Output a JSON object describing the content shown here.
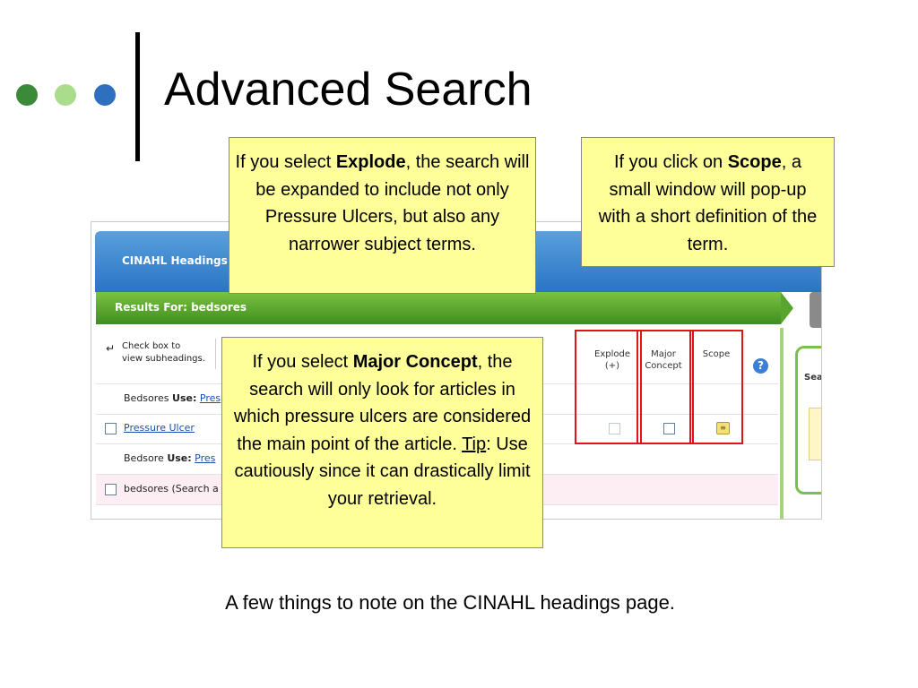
{
  "slide": {
    "title": "Advanced Search",
    "caption": "A few things to note on the CINAHL headings page."
  },
  "colors": {
    "dot1": "#3a8a3a",
    "dot2": "#a9dc8b",
    "dot3": "#2e6fbf",
    "callout_bg": "#ffff99",
    "highlight_border": "#e01414"
  },
  "screenshot": {
    "header_title": "CINAHL Headings",
    "results_label": "Results For: bedsores",
    "hint_line1": "Check box to",
    "hint_line2": "view subheadings.",
    "columns": [
      {
        "line1": "Explode",
        "line2": "(+)"
      },
      {
        "line1": "Major",
        "line2": "Concept"
      },
      {
        "line1": "Scope",
        "line2": ""
      }
    ],
    "help_icon": "?",
    "side_label": "Sea",
    "rows": [
      {
        "term": "Bedsores",
        "use": "Use:",
        "link": "Pres"
      },
      {
        "link": "Pressure Ulcer"
      },
      {
        "term": "Bedsore",
        "use": "Use:",
        "link": "Pres"
      },
      {
        "text": "bedsores (Search a"
      }
    ]
  },
  "callouts": {
    "explode": {
      "before": "If you select ",
      "bold": "Explode",
      "after": ", the search will be expanded to include not only Pressure Ulcers, but also any narrower subject terms."
    },
    "scope": {
      "before": "If you click on ",
      "bold": "Scope",
      "after": ", a small window will pop-up with a short definition of the term."
    },
    "major": {
      "before": "If you select ",
      "bold": "Major Concept",
      "middle": ", the search will only look for articles in which pressure ulcers are considered the main point of the article. ",
      "tip": "Tip",
      "after": ": Use cautiously since it can drastically limit your retrieval."
    }
  }
}
